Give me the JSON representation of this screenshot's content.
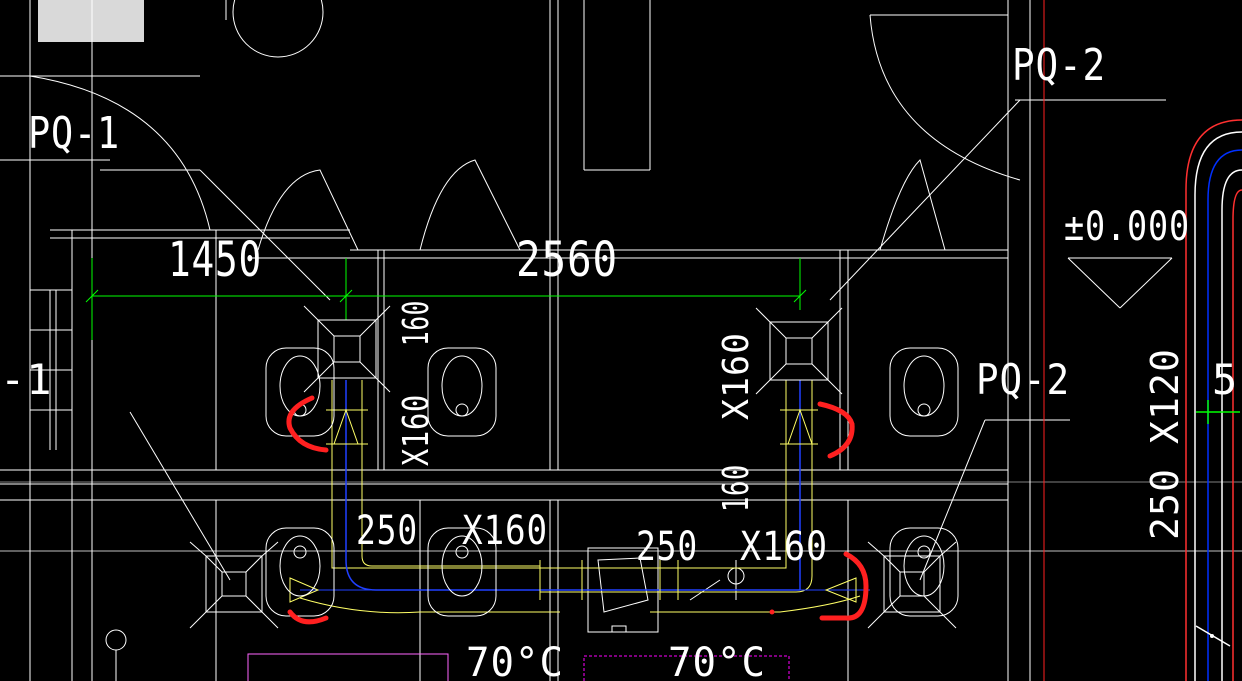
{
  "drawing": {
    "labels": {
      "pq1": "PQ-1",
      "pq2_top": "PQ-2",
      "pq2_mid": "PQ-2",
      "edge_left": "-1",
      "edge_right": "5",
      "dim_1450": "1450",
      "dim_2560": "2560",
      "elevation": "±0.000",
      "duct_v1": "160",
      "duct_v2": "X160",
      "duct_v3": "X160",
      "duct_v4": "160",
      "duct_h1a": "250",
      "duct_h1b": "X160",
      "duct_h2a": "250",
      "duct_h2b": "X160",
      "duct_right": "250  X120",
      "temp_1": "70°C",
      "temp_2": "70°C"
    },
    "colors": {
      "background": "#000000",
      "linework": "#ffffff",
      "dimension": "#00ff00",
      "duct": "#ffff66",
      "duct_axis": "#0000ff",
      "markup": "#ff2020",
      "grid": "#ff0000",
      "magenta": "#ff00ff",
      "cyan": "#00ffff"
    }
  }
}
